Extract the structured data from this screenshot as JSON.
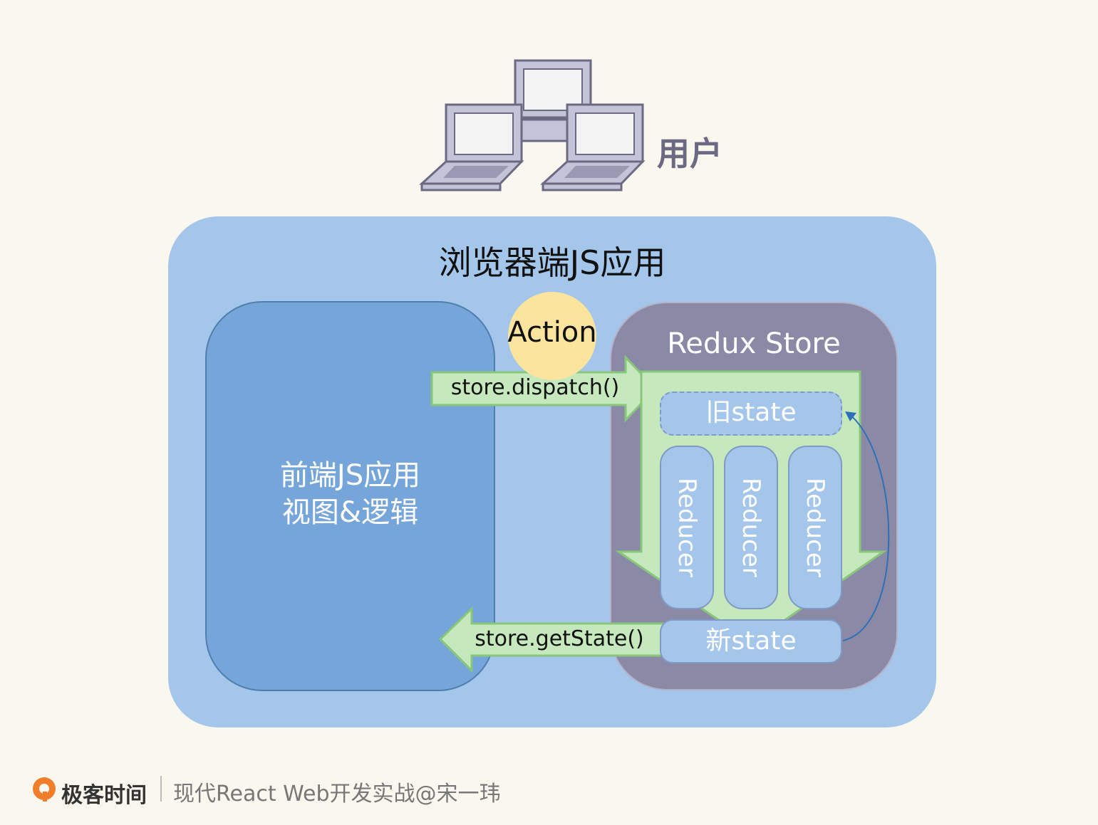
{
  "user": {
    "label": "用户"
  },
  "browser": {
    "title": "浏览器端JS应用"
  },
  "frontend": {
    "line1": "前端JS应用",
    "line2": "视图&逻辑"
  },
  "action": {
    "label": "Action"
  },
  "dispatch": {
    "label": "store.dispatch()"
  },
  "getstate": {
    "label": "store.getState()"
  },
  "store": {
    "title": "Redux Store",
    "old_state": "旧state",
    "new_state": "新state",
    "reducers": [
      "Reducer",
      "Reducer",
      "Reducer"
    ]
  },
  "footer": {
    "logo_text": "极客时间",
    "book": "现代React Web开发实战@宋一玮"
  },
  "colors": {
    "background": "#faf7ee",
    "browser": "#a4c6ea",
    "frontend": "#76a5d9",
    "store": "#8a8aa6",
    "action": "#fbe49e",
    "arrow_fill": "#c6e8bd",
    "arrow_stroke": "#88c67a",
    "laptop": "#c5c3d8",
    "laptop_stroke": "#6c6a82"
  },
  "icons": [
    "laptop-icon",
    "geektime-logo-icon"
  ]
}
